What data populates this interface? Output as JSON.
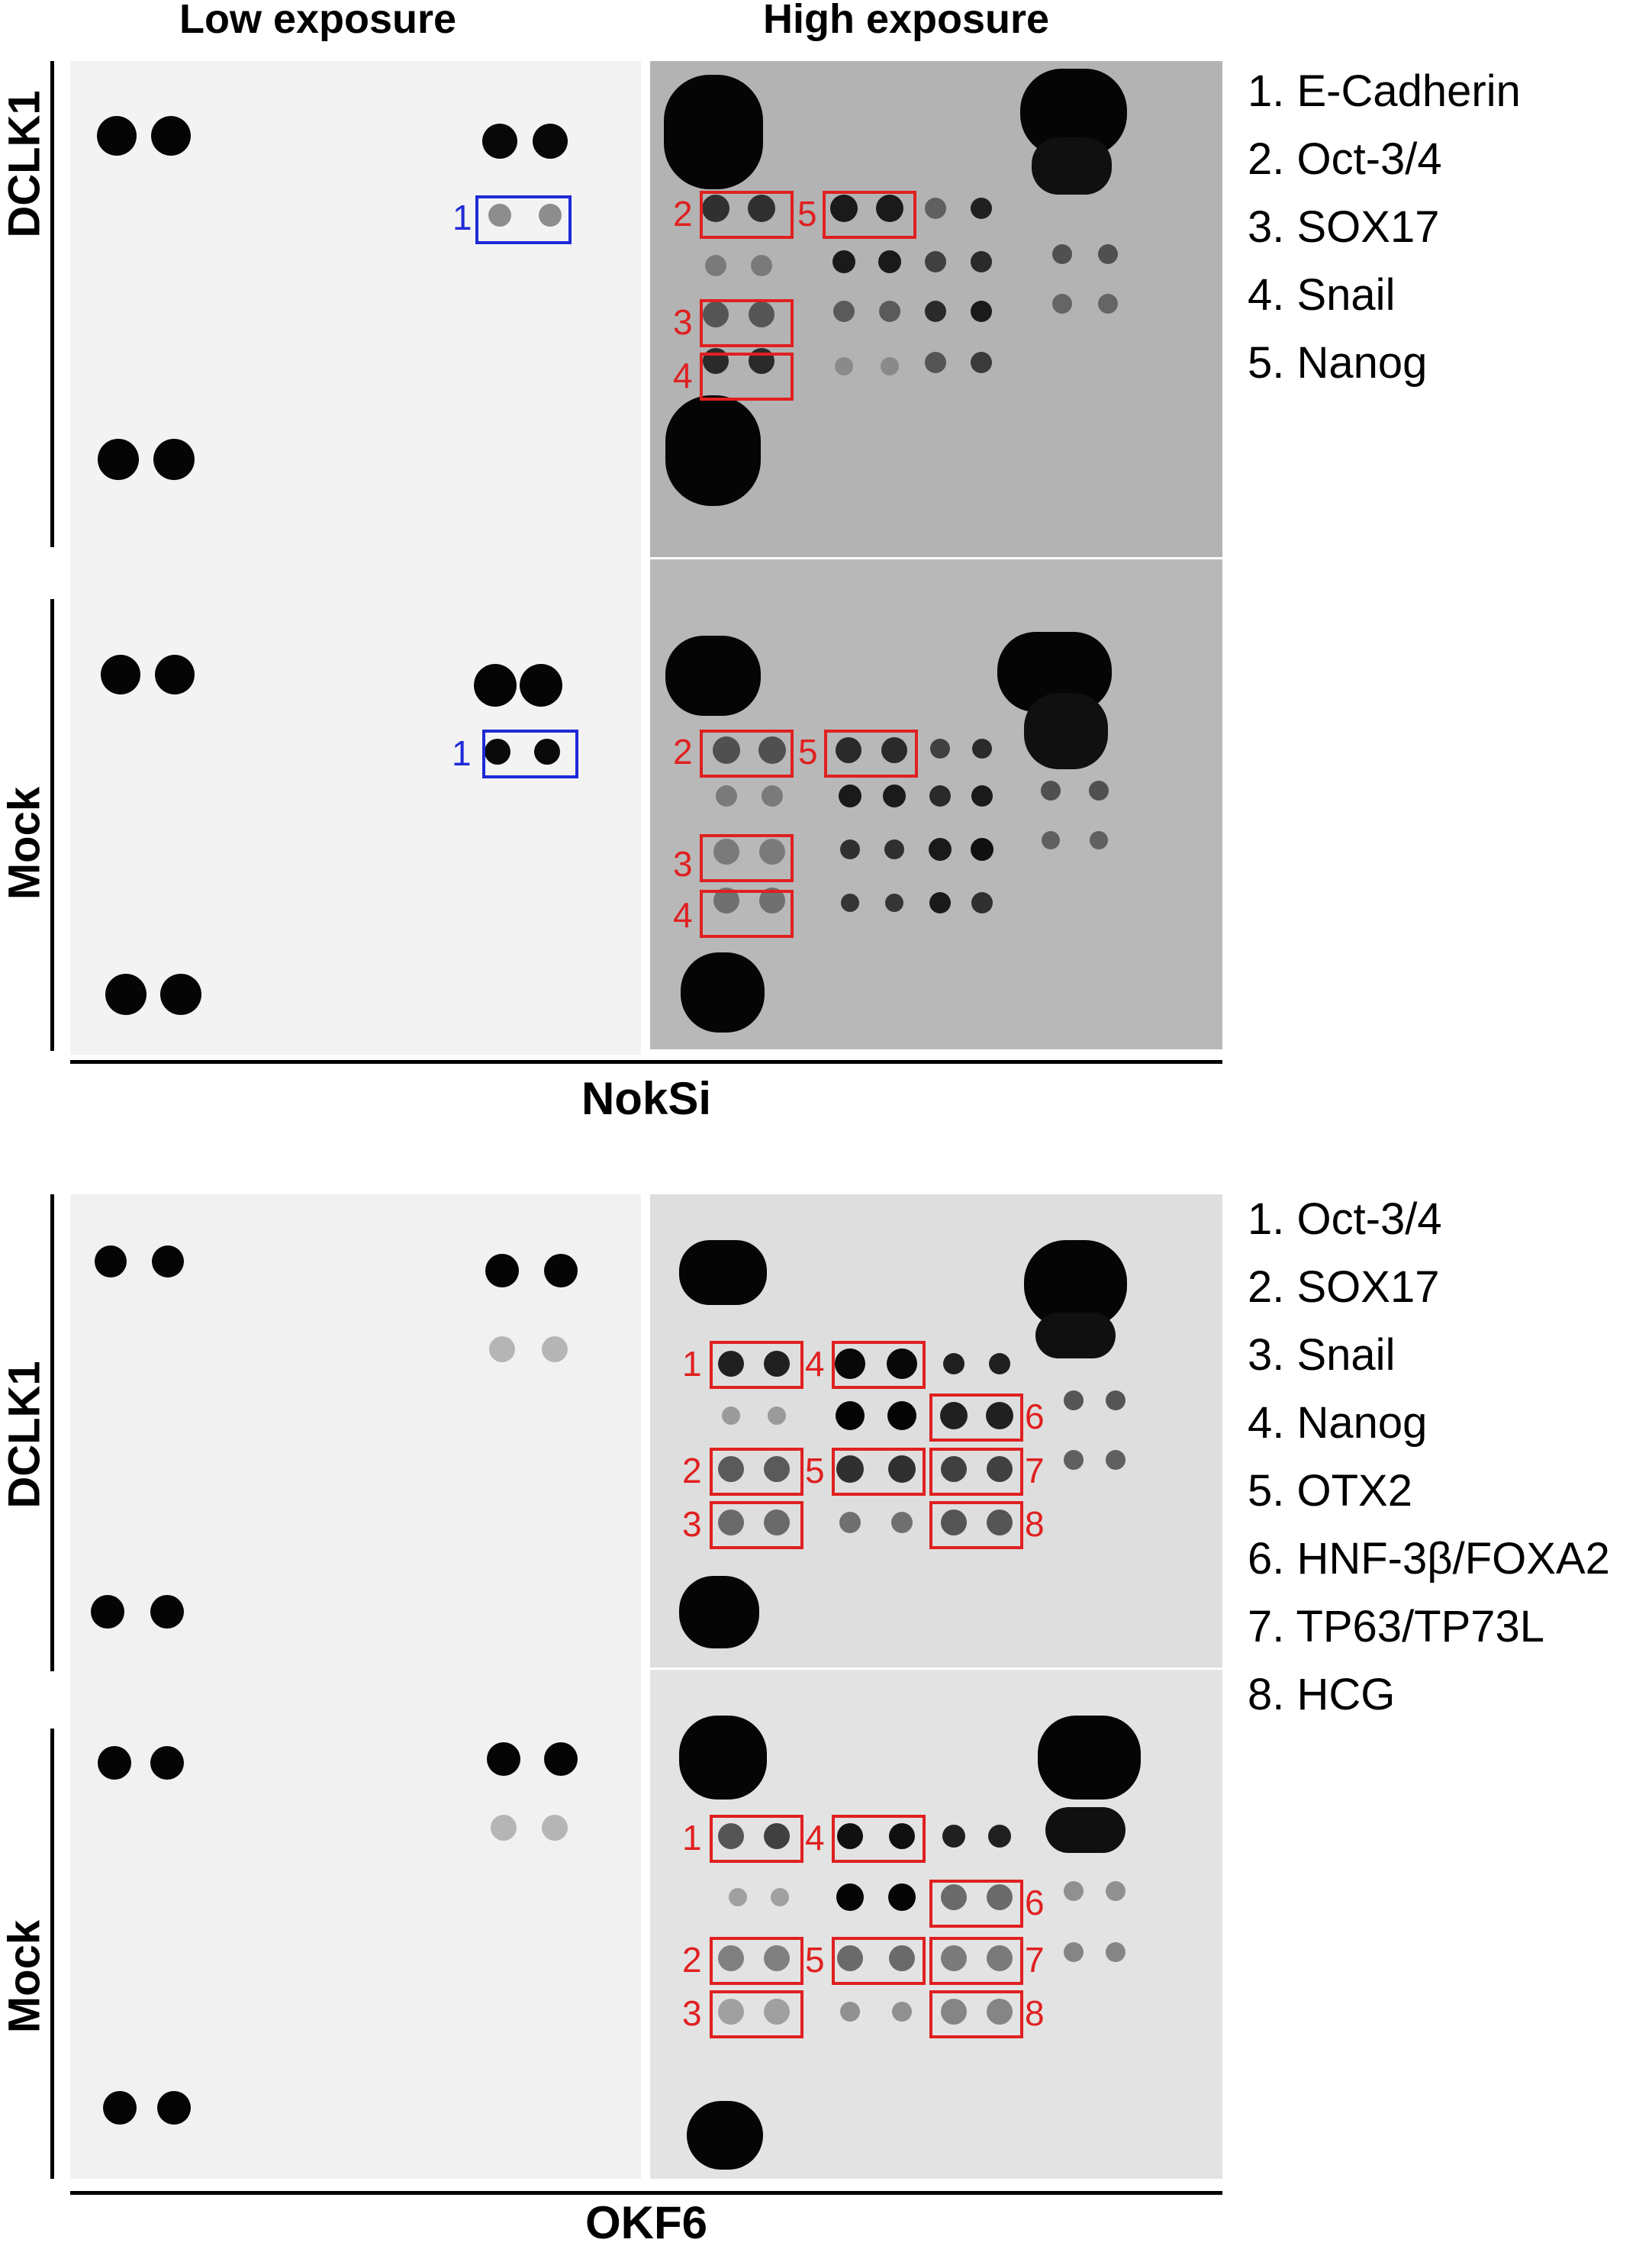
{
  "column_headers": {
    "low": "Low exposure",
    "high": "High exposure"
  },
  "colors": {
    "highlight_box": "#e02020",
    "compare_box": "#1f2ad8",
    "low_background": "#f3f3f3",
    "high_background": "#b8b8b8"
  },
  "figures": [
    {
      "cell_line": "NokSi",
      "rows": [
        {
          "label": "DCLK1",
          "low": {
            "boxes": [
              {
                "label": "1",
                "color": "blue"
              }
            ]
          },
          "high": {
            "boxes": [
              {
                "label": "2"
              },
              {
                "label": "5"
              },
              {
                "label": "3"
              },
              {
                "label": "4"
              }
            ]
          }
        },
        {
          "label": "Mock",
          "low": {
            "boxes": [
              {
                "label": "1",
                "color": "blue"
              }
            ]
          },
          "high": {
            "boxes": [
              {
                "label": "2"
              },
              {
                "label": "5"
              },
              {
                "label": "3"
              },
              {
                "label": "4"
              }
            ]
          }
        }
      ],
      "legend": [
        "1. E-Cadherin",
        "2. Oct-3/4",
        "3. SOX17",
        "4. Snail",
        "5. Nanog"
      ]
    },
    {
      "cell_line": "OKF6",
      "rows": [
        {
          "label": "DCLK1",
          "low": {
            "boxes": []
          },
          "high": {
            "boxes": [
              {
                "label": "1"
              },
              {
                "label": "4"
              },
              {
                "label": "6"
              },
              {
                "label": "2"
              },
              {
                "label": "5"
              },
              {
                "label": "7"
              },
              {
                "label": "3"
              },
              {
                "label": "8"
              }
            ]
          }
        },
        {
          "label": "Mock",
          "low": {
            "boxes": []
          },
          "high": {
            "boxes": [
              {
                "label": "1"
              },
              {
                "label": "4"
              },
              {
                "label": "6"
              },
              {
                "label": "2"
              },
              {
                "label": "5"
              },
              {
                "label": "7"
              },
              {
                "label": "3"
              },
              {
                "label": "8"
              }
            ]
          }
        }
      ],
      "legend": [
        "1. Oct-3/4",
        "2. SOX17",
        "3. Snail",
        "4. Nanog",
        "5. OTX2",
        "6. HNF-3β/FOXA2",
        "7. TP63/TP73L",
        "8. HCG"
      ]
    }
  ]
}
